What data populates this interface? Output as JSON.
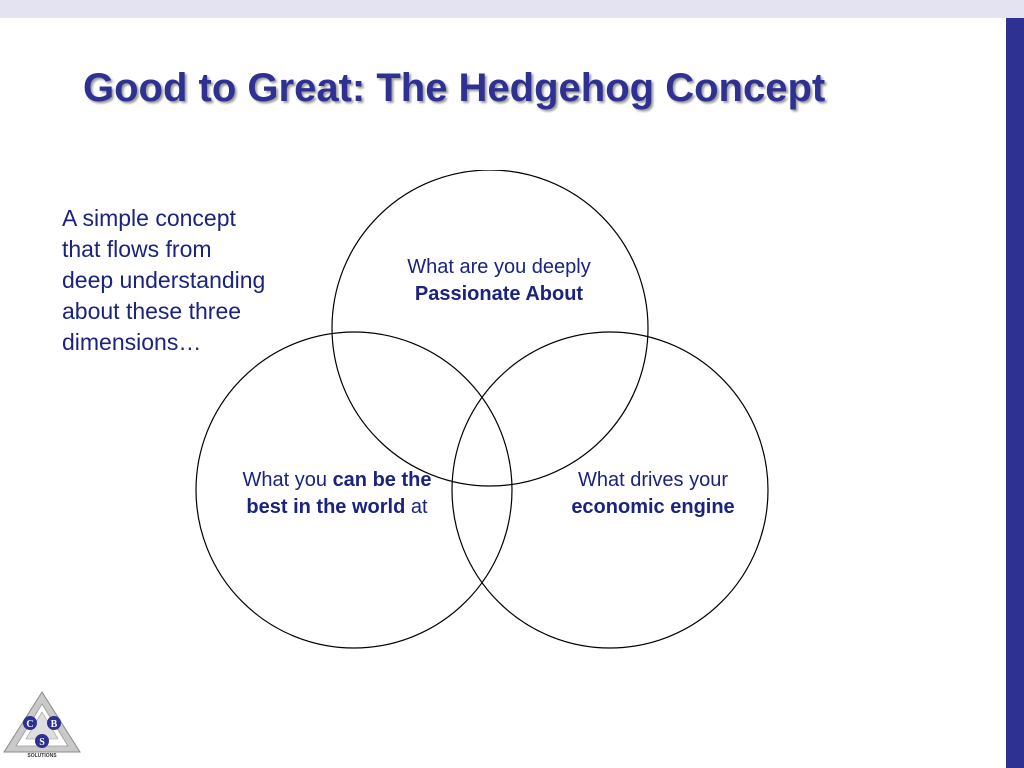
{
  "slide": {
    "title": "Good to Great: The Hedgehog Concept",
    "intro_lines": [
      "A simple concept",
      "that flows from",
      "deep understanding",
      "about these three",
      "dimensions…"
    ]
  },
  "venn": {
    "top": {
      "line1": "What are you deeply",
      "line2_bold": "Passionate About"
    },
    "left": {
      "line1_plain": "What you ",
      "line1_bold": "can be the",
      "line2_bold": "best in the world",
      "line2_plain": " at"
    },
    "right": {
      "line1": "What drives your",
      "line2_bold": "economic engine"
    }
  },
  "logo": {
    "letters": [
      "C",
      "B",
      "S"
    ],
    "caption": "SOLUTIONS"
  },
  "colors": {
    "title": "#2e3192",
    "text": "#1a237e",
    "accent_bar": "#2e3192",
    "top_band": "#e3e3f2"
  }
}
